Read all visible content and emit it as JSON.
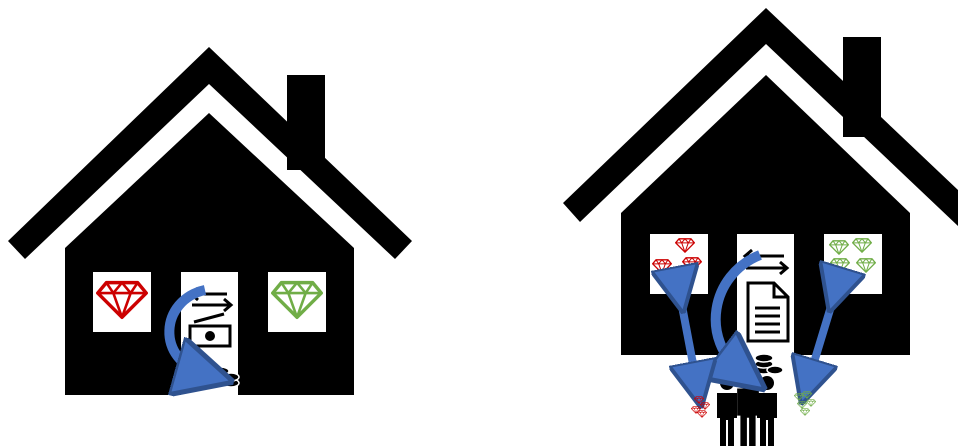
{
  "scene": {
    "houses": [
      {
        "id": "left",
        "windows": [
          {
            "icon": "red-gem-icon",
            "color": "#cc0000"
          },
          {
            "icon": "exchange-arrows-icon"
          },
          {
            "icon": "green-gem-icon",
            "color": "#70ad47"
          }
        ],
        "flow": {
          "from": "door",
          "to": "coins",
          "arrow_color": "#4472c4"
        }
      },
      {
        "id": "right",
        "windows": [
          {
            "icon": "red-gems-cluster-icon",
            "color": "#cc0000"
          },
          {
            "icon": "exchange-arrows-document-icon"
          },
          {
            "icon": "green-gems-cluster-icon",
            "color": "#70ad47"
          }
        ],
        "flow": {
          "from": "door",
          "to": "people-group",
          "arrow_color": "#4472c4"
        }
      }
    ],
    "colors": {
      "house": "#000000",
      "window": "#ffffff",
      "red_gem": "#cc0000",
      "green_gem": "#70ad47",
      "arrow": "#4472c4"
    }
  }
}
